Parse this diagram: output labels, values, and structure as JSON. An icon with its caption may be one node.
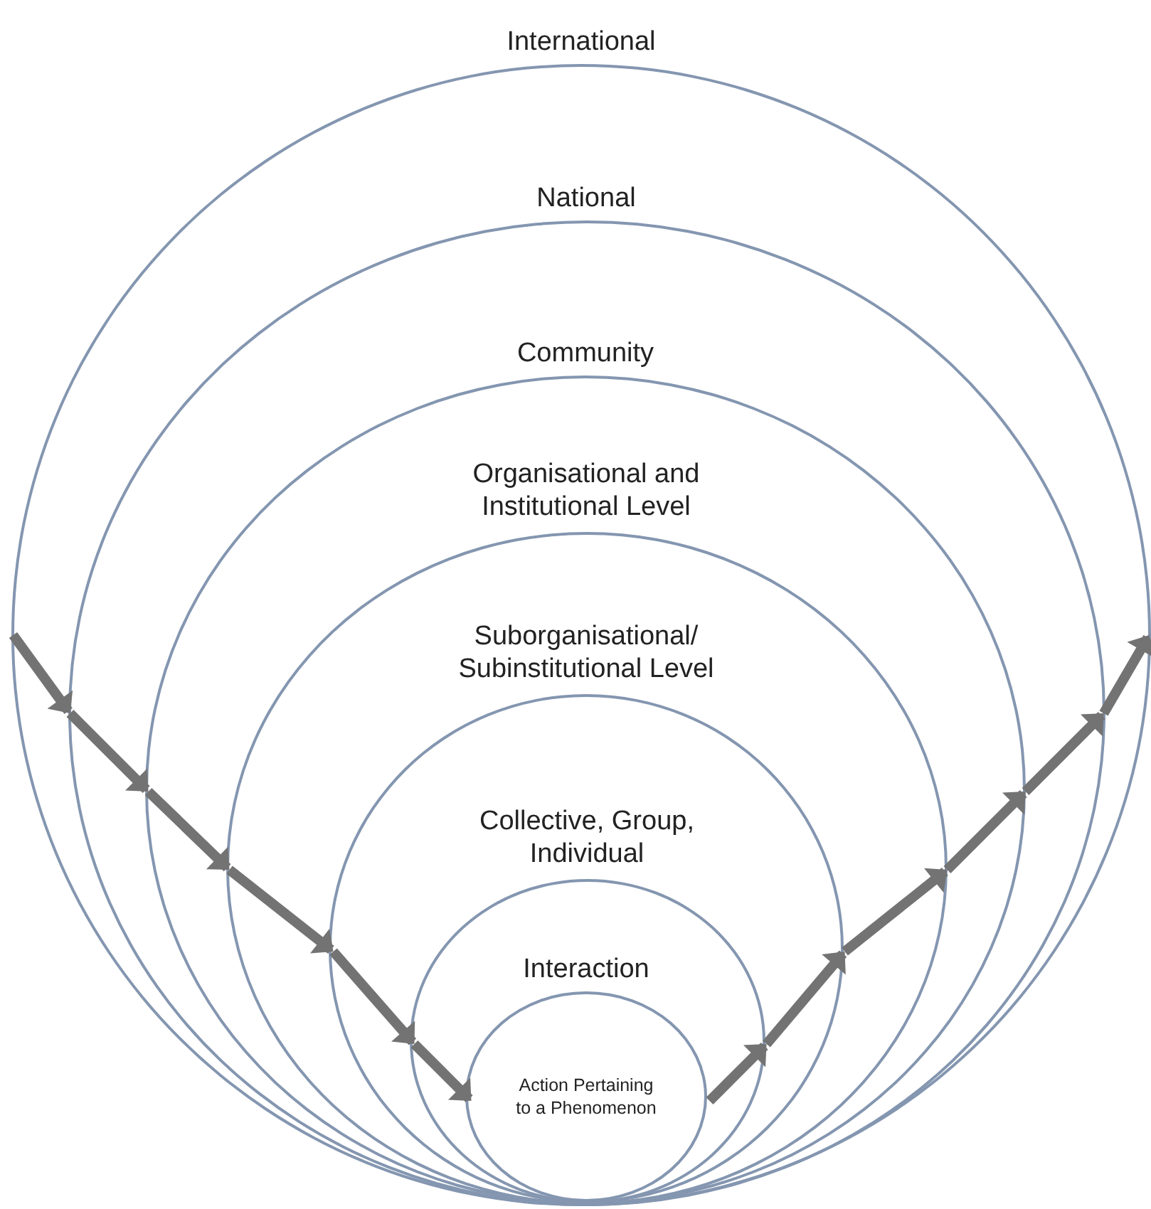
{
  "diagram": {
    "nodes": [
      {
        "text": [
          "International"
        ]
      },
      {
        "text": [
          "National"
        ],
        "in": 0
      },
      {
        "text": [
          "Community"
        ],
        "in": 1
      },
      {
        "text": [
          "Organisational and Institutional Level"
        ],
        "in": 2
      },
      {
        "text": [
          "Suborganisational/ Subinstitutional Level"
        ],
        "in": 3
      },
      {
        "text": [
          "Collective, Group, Individual"
        ],
        "in": 4
      },
      {
        "text": [
          "Interaction",
          "Action Pertaining to a Phenomenon"
        ],
        "in": 5
      }
    ],
    "edges": [
      {
        "from": 0,
        "to": 1,
        "arrow": "to"
      },
      {
        "from": 1,
        "to": 2,
        "arrow": "to"
      },
      {
        "from": 2,
        "to": 3,
        "arrow": "to"
      },
      {
        "from": 3,
        "to": 4,
        "arrow": "to"
      },
      {
        "from": 4,
        "to": 5,
        "arrow": "to"
      },
      {
        "from": 5,
        "to": 6,
        "arrow": "to"
      },
      {
        "from": 1,
        "to": 0,
        "arrow": "to"
      },
      {
        "from": 2,
        "to": 1,
        "arrow": "to"
      },
      {
        "from": 3,
        "to": 2,
        "arrow": "to"
      },
      {
        "from": 4,
        "to": 3,
        "arrow": "to"
      },
      {
        "from": 5,
        "to": 4,
        "arrow": "to"
      },
      {
        "from": 6,
        "to": 5,
        "arrow": "to"
      }
    ]
  }
}
